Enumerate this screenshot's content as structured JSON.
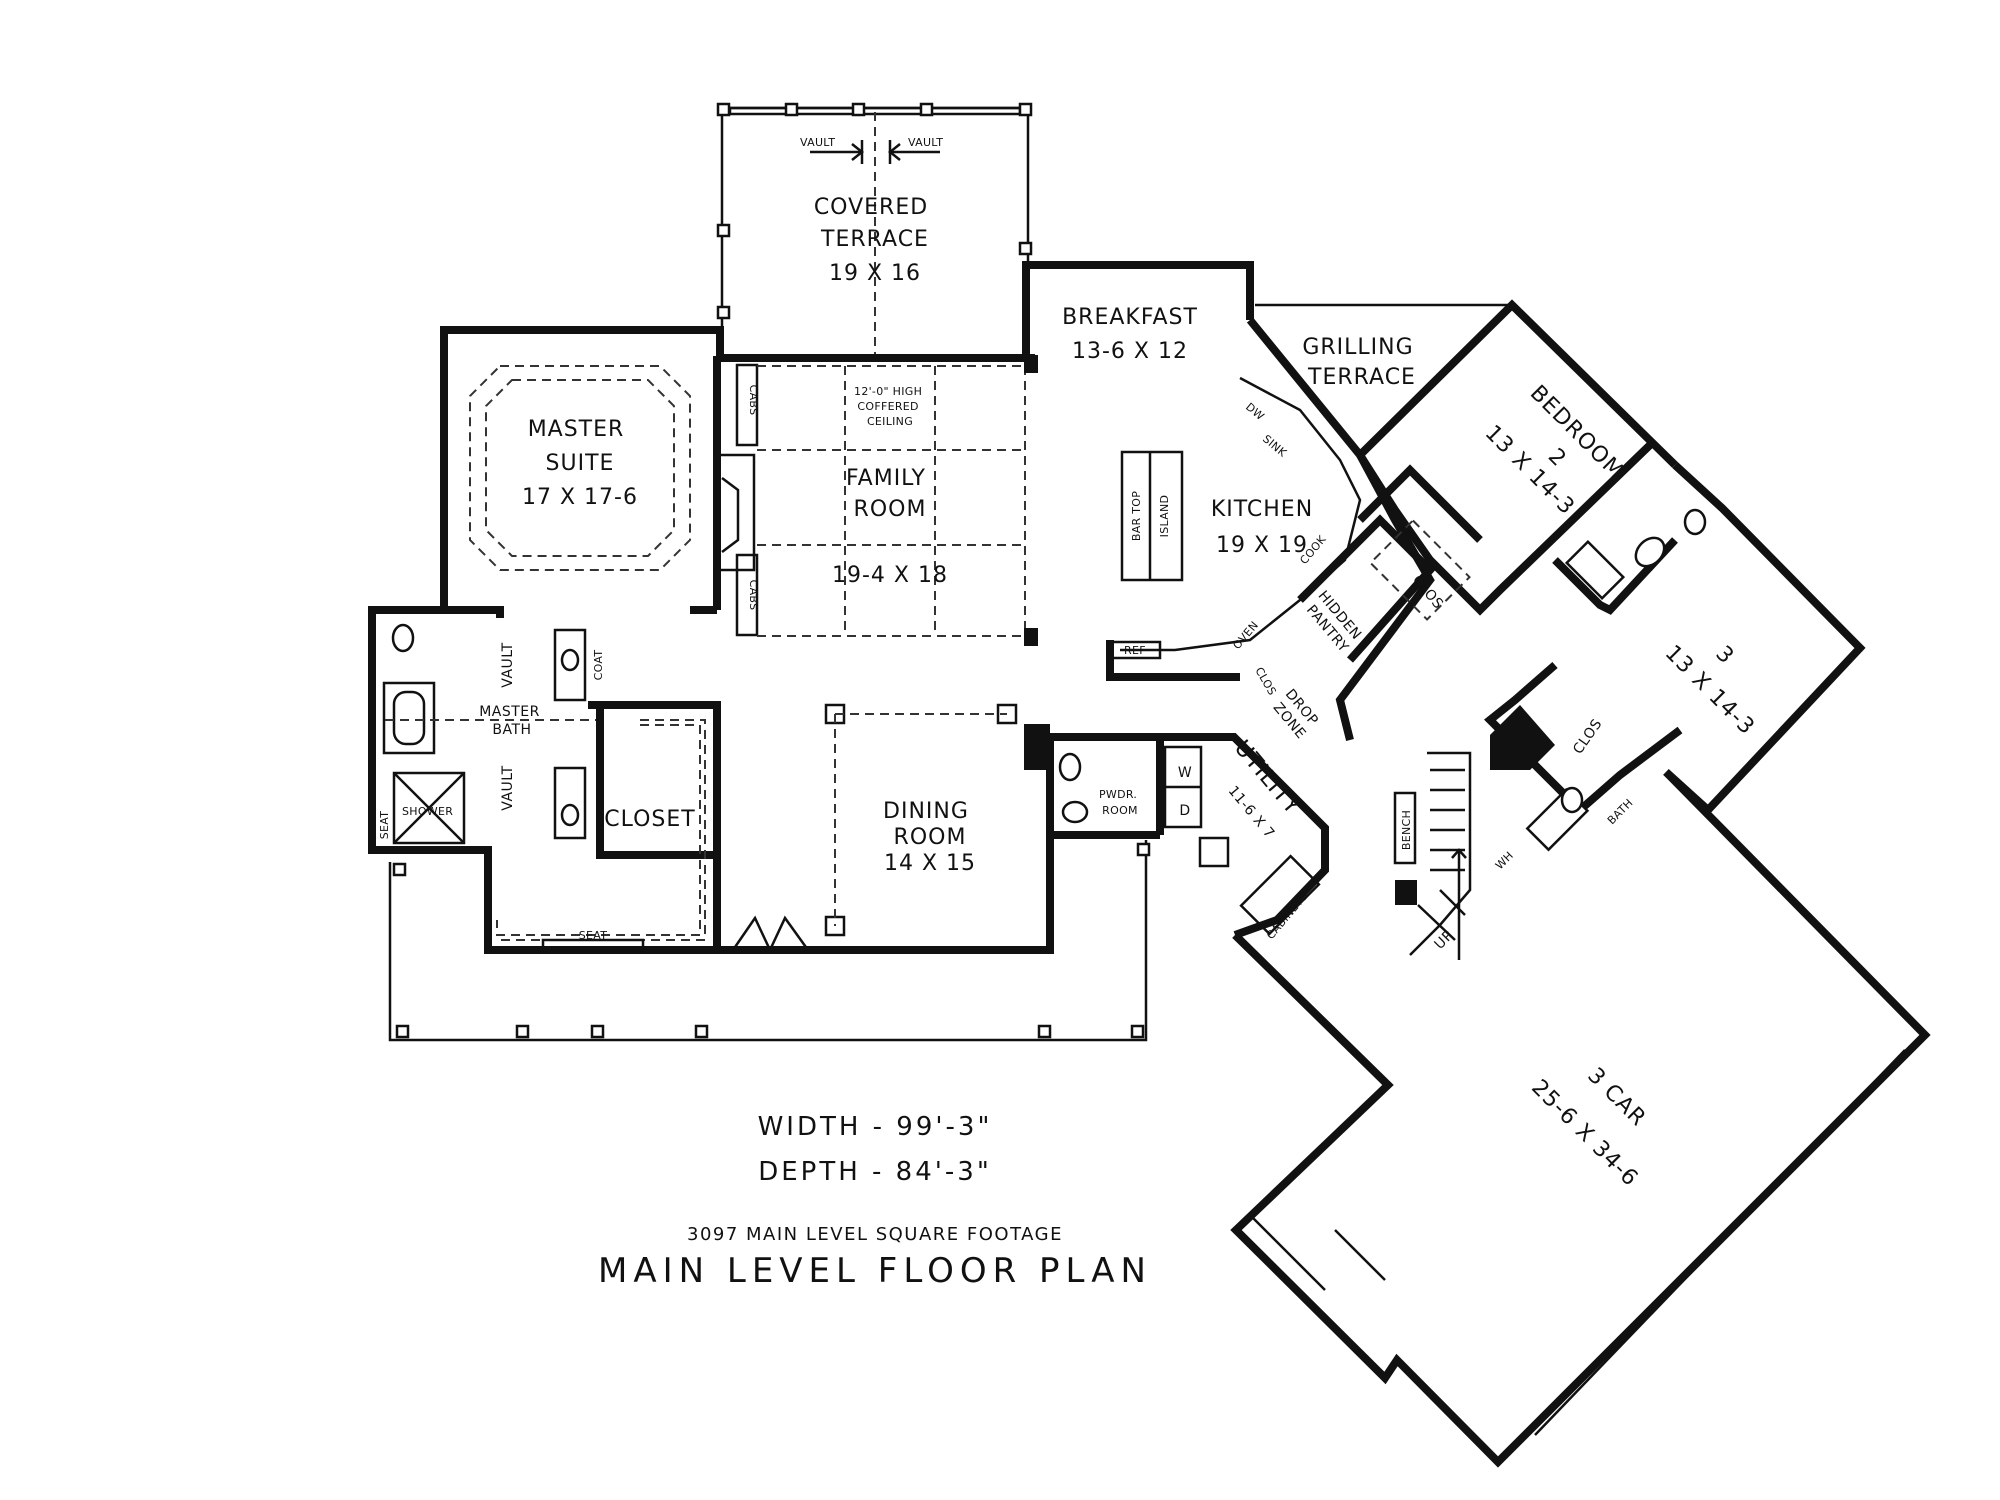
{
  "rooms": {
    "covered_terrace": {
      "name": "COVERED\nTERRACE",
      "size": "19 X 16"
    },
    "vault_left": "VAULT",
    "vault_right": "VAULT",
    "breakfast": {
      "name": "BREAKFAST",
      "size": "13-6 X 12"
    },
    "grilling_terrace": {
      "name": "GRILLING\nTERRACE"
    },
    "master_suite": {
      "name": "MASTER\nSUITE",
      "size": "17 X 17-6"
    },
    "family_room": {
      "name": "FAMILY\nROOM",
      "size": "19-4 X 18",
      "ceiling_note": "12'-0\" HIGH\nCOFFERED\nCEILING"
    },
    "kitchen": {
      "name": "KITCHEN",
      "size": "19 X 19"
    },
    "bedroom2": {
      "name": "BEDROOM\n2",
      "size": "13 X 14-3"
    },
    "bedroom3": {
      "name": "3",
      "size": "13 X 14-3"
    },
    "master_bath": {
      "name": "MASTER\nBATH"
    },
    "closet": {
      "name": "CLOSET"
    },
    "dining_room": {
      "name": "DINING\nROOM",
      "size": "14 X 15"
    },
    "powder_room": {
      "name": "PWDR.\nROOM"
    },
    "utility": {
      "name": "UTILITY",
      "size": "11-6 X 7"
    },
    "hidden_pantry": {
      "name": "HIDDEN\nPANTRY"
    },
    "drop_zone": {
      "name": "DROP\nZONE"
    },
    "garage": {
      "name": "3 CAR",
      "size": "25-6 X 34-6"
    },
    "shower": "SHOWER",
    "seat_shower": "SEAT",
    "seat_closet": "SEAT",
    "coat": "COAT",
    "cabs_top": "CABS",
    "cabs_bottom": "CABS",
    "clos_bed2": "CLOS",
    "clos_bed3": "CLOS",
    "clos_small": "CLOS",
    "bath": "BATH",
    "bench": "BENCH",
    "up": "UP",
    "wh": "WH",
    "cabinets": "CABINETS",
    "washer": "W",
    "dryer": "D",
    "bar_top": "BAR TOP",
    "island": "ISLAND",
    "dw": "DW",
    "sink": "SINK",
    "cook": "COOK",
    "oven": "OVEN",
    "ref": "REF",
    "vault_bath_top": "VAULT",
    "vault_bath_bottom": "VAULT"
  },
  "stats": {
    "width": "WIDTH - 99'-3\"",
    "depth": "DEPTH - 84'-3\"",
    "square_footage": "3097 MAIN LEVEL SQUARE FOOTAGE",
    "title": "MAIN  LEVEL  FLOOR  PLAN"
  }
}
